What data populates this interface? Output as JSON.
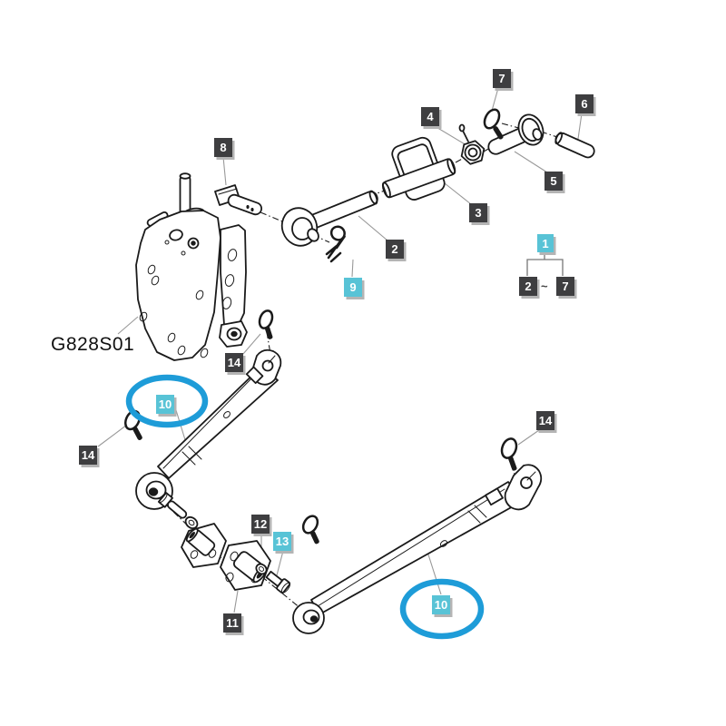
{
  "figure": {
    "code": "G828S01"
  },
  "legend": {
    "group": "1",
    "range_start": "2",
    "range_separator": "~",
    "range_end": "7"
  },
  "callouts": {
    "part2": "2",
    "part3": "3",
    "part4": "4",
    "part5": "5",
    "part6": "6",
    "part7": "7",
    "part8": "8",
    "part9": "9",
    "part10_left": "10",
    "part10_right": "10",
    "part11": "11",
    "part12": "12",
    "part13": "13",
    "part14_upper": "14",
    "part14_left": "14",
    "part14_right": "14"
  },
  "colors": {
    "calloutDark": "#3e3e40",
    "calloutCyan": "#58c3d6",
    "calloutText": "#ffffff",
    "highlight": "#1e9cd8",
    "line": "#1a1a1a",
    "leader": "#999999",
    "background": "#ffffff"
  }
}
